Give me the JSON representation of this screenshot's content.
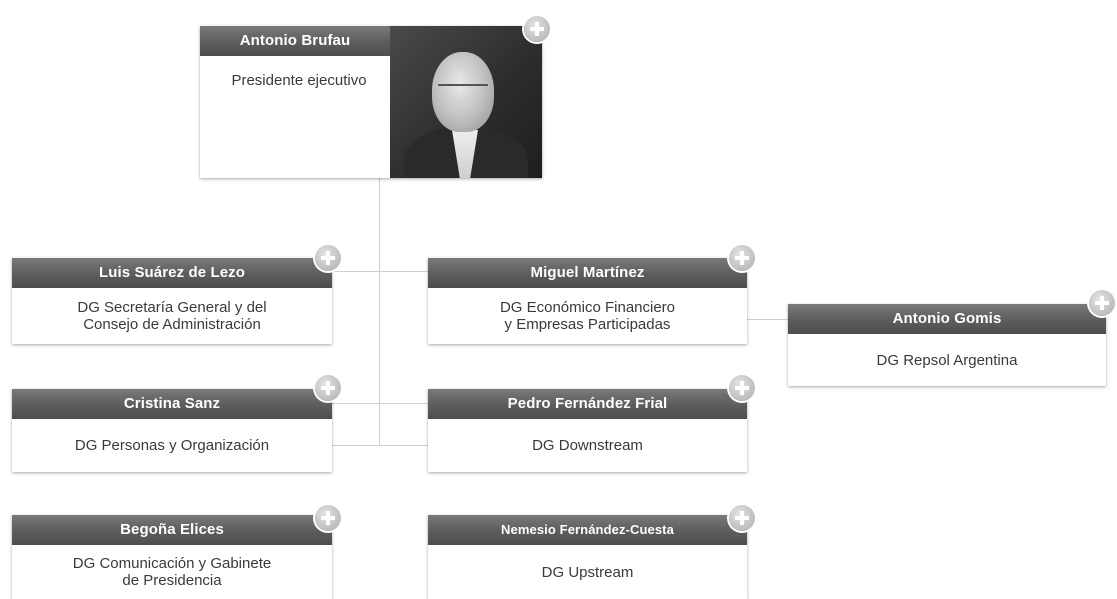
{
  "org_chart": {
    "root": {
      "name": "Antonio Brufau",
      "title": "Presidente ejecutivo"
    },
    "left_column": [
      {
        "name": "Luis Suárez de Lezo",
        "title": "DG Secretaría General y del\nConsejo de Administración"
      },
      {
        "name": "Cristina Sanz",
        "title": "DG Personas y Organización"
      },
      {
        "name": "Begoña Elices",
        "title": "DG Comunicación y Gabinete\nde Presidencia"
      }
    ],
    "right_column": [
      {
        "name": "Miguel Martínez",
        "title": "DG Económico Financiero\ny Empresas Participadas"
      },
      {
        "name": "Pedro Fernández Frial",
        "title": "DG Downstream"
      },
      {
        "name": "Nemesio Fernández-Cuesta",
        "title": "DG Upstream"
      }
    ],
    "far_right": {
      "name": "Antonio Gomis",
      "title": "DG Repsol Argentina"
    }
  },
  "icons": {
    "expand": "plus-circle-icon",
    "photo": "portrait-photo"
  },
  "colors": {
    "header_gradient_top": "#7a7a7a",
    "header_gradient_bottom": "#4e4e4e",
    "connector": "#cfcfcf",
    "plus_icon": "#c2c2c2"
  }
}
